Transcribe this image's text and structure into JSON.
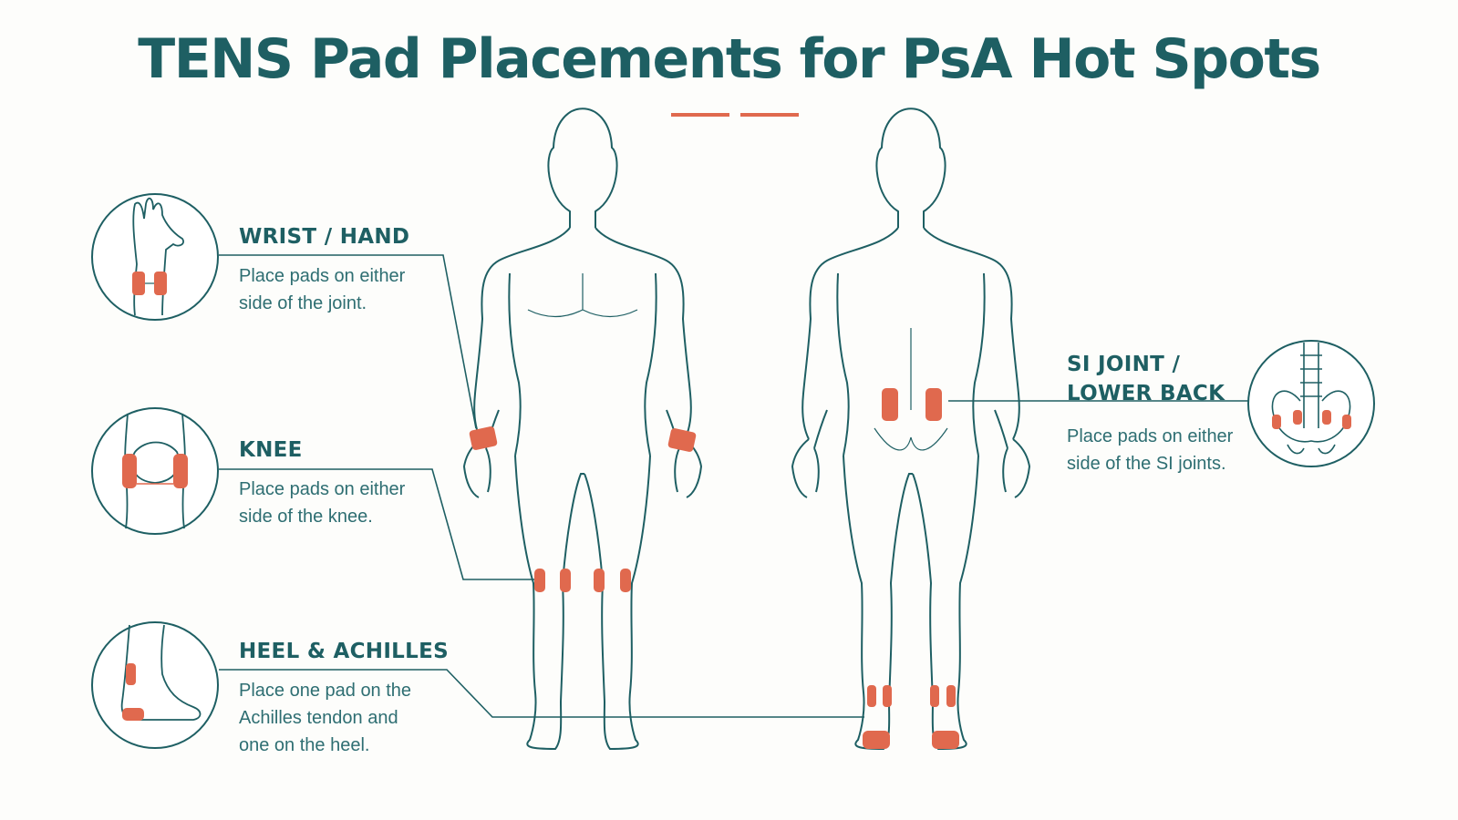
{
  "title": "TENS Pad Placements for PsA Hot Spots",
  "colors": {
    "teal": "#1e5f63",
    "pad": "#e0694e",
    "background": "#fdfdfb"
  },
  "callouts": {
    "wrist": {
      "heading": "WRIST / HAND",
      "text": "Place pads on either\nside of the joint."
    },
    "knee": {
      "heading": "KNEE",
      "text": "Place pads on either\nside of the knee."
    },
    "heel": {
      "heading": "HEEL & ACHILLES",
      "text": "Place one pad on the\nAchilles tendon and\none on the heel."
    },
    "si": {
      "heading": "SI JOINT /\nLOWER BACK",
      "text": "Place pads on either\nside of the SI joints."
    }
  },
  "figures": {
    "front": "front-body-figure",
    "back": "back-body-figure"
  },
  "insets": [
    "wrist-hand-inset",
    "knee-inset",
    "heel-achilles-inset",
    "si-joint-inset"
  ]
}
